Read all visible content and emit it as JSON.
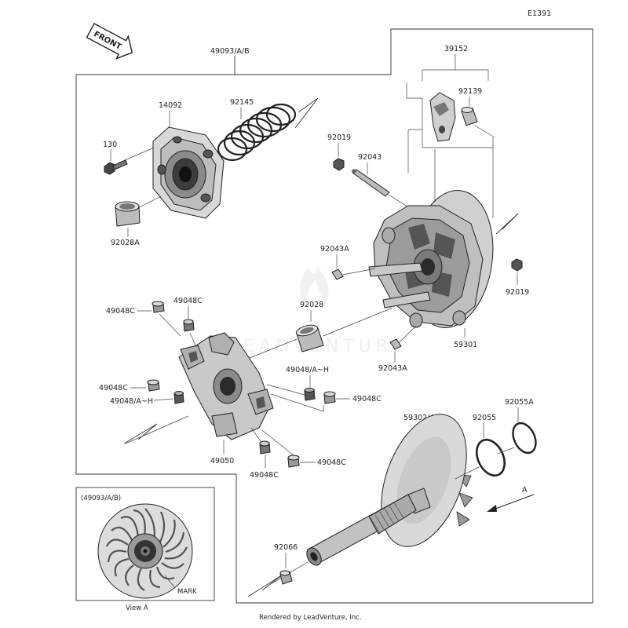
{
  "diagram_code": "E1391",
  "front_label": "FRONT",
  "assembly_label": "49093/A/B",
  "labels": {
    "p130": "130",
    "p14092": "14092",
    "p92145": "92145",
    "p92028A": "92028A",
    "p39152": "39152",
    "p92139": "92139",
    "p92019_top": "92019",
    "p92043": "92043",
    "p92043A_left": "92043A",
    "p92019_right": "92019",
    "p92028": "92028",
    "p59301": "59301",
    "p92043A_bottom": "92043A",
    "p49048C_a": "49048C",
    "p49048C_b": "49048C",
    "p49048C_c": "49048C",
    "p49048AH_left": "49048/A~H",
    "p49048AH_right": "49048/A~H",
    "p49048C_d": "49048C",
    "p49050": "49050",
    "p49048C_e": "49048C",
    "p49048C_f": "49048C",
    "p59302": "59302/A/B",
    "p92055": "92055",
    "p92055A": "92055A",
    "p92066": "92066",
    "arrow_a": "A"
  },
  "inset": {
    "title": "(49093/A/B)",
    "mark_label": "MARK",
    "caption": "View A"
  },
  "watermark": "LEADVENTURE",
  "footer": "Rendered by LeadVenture, Inc."
}
